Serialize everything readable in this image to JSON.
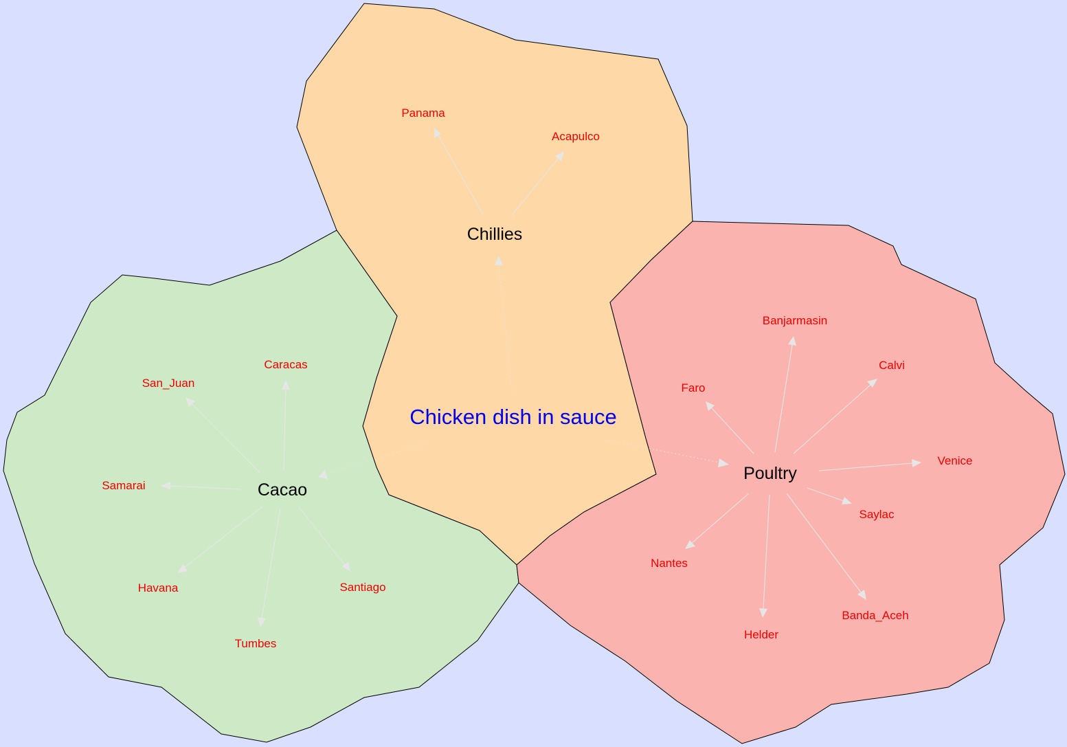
{
  "colors": {
    "background": "#d9e0ff",
    "chillies_region": "#fed8a6",
    "cacao_region": "#cde9c6",
    "poultry_region": "#fab3af",
    "root_text": "#0000ee",
    "city_text": "#ee0000",
    "hub_text": "#000000",
    "edge": "#e6e6e6"
  },
  "root": {
    "label": "Chicken dish in sauce"
  },
  "hubs": {
    "chillies": {
      "label": "Chillies"
    },
    "cacao": {
      "label": "Cacao"
    },
    "poultry": {
      "label": "Poultry"
    }
  },
  "cities": {
    "chillies": [
      "Panama",
      "Acapulco"
    ],
    "cacao": [
      "Caracas",
      "San_Juan",
      "Samarai",
      "Havana",
      "Tumbes",
      "Santiago"
    ],
    "poultry": [
      "Banjarmasin",
      "Calvi",
      "Faro",
      "Venice",
      "Saylac",
      "Nantes",
      "Helder",
      "Banda_Aceh"
    ]
  }
}
